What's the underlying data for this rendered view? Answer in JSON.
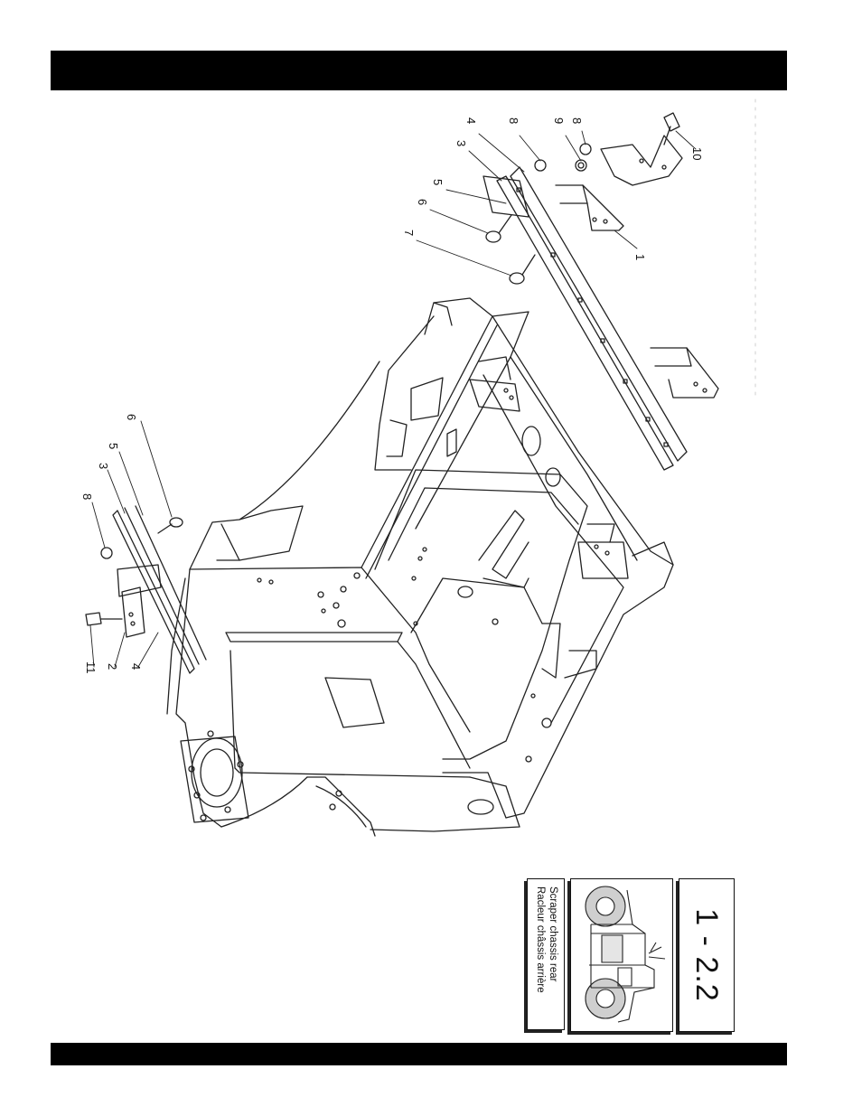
{
  "callouts": {
    "right_group": [
      "4",
      "3",
      "5",
      "6",
      "7",
      "8",
      "9",
      "8",
      "10",
      "1"
    ],
    "left_group": [
      "6",
      "5",
      "3",
      "8",
      "11",
      "2",
      "4"
    ]
  },
  "title_block": {
    "number": "1 - 2.2",
    "caption_en": "Scraper chassis rear",
    "caption_fr": "Racleur châssis arrière"
  }
}
